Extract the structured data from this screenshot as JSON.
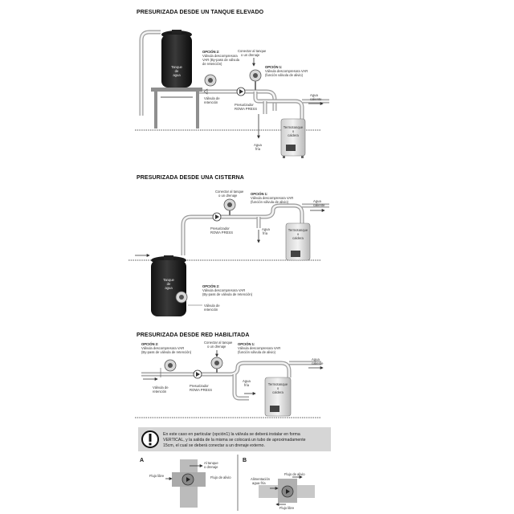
{
  "section1": {
    "title": "PRESURIZADA DESDE UN TANQUE ELEVADO",
    "tank_label": [
      "Tanque",
      "de",
      "agua"
    ],
    "option2_label": [
      "OPCIÓN 2:",
      "Válvula descompresora",
      "VAR (By-pass de válvula",
      "de retención)"
    ],
    "connect_label": [
      "Conectar al tanque",
      "o un drenaje"
    ],
    "option1_label": [
      "OPCIÓN 1:",
      "Válvula descompresora VAR",
      "(función válvula de alivio)"
    ],
    "valve_label": [
      "Válvula de",
      "retención"
    ],
    "pressurizer_label": [
      "Presurizador",
      "ROWA PRESS"
    ],
    "hot_water_label": [
      "Agua",
      "caliente"
    ],
    "heater_label": [
      "Termotanque",
      "o",
      "caldera"
    ],
    "cold_water_label": [
      "Agua",
      "fría"
    ]
  },
  "section2": {
    "title": "PRESURIZADA DESDE UNA CISTERNA",
    "connect_label": [
      "Conectar al tanque",
      "o un drenaje"
    ],
    "option1_label": [
      "OPCIÓN 1:",
      "Válvula descompresora VAR",
      "(función válvula de alivio)"
    ],
    "hot_water_label": [
      "Agua",
      "caliente"
    ],
    "pressurizer_label": [
      "Presurizador",
      "ROWA PRESS"
    ],
    "cold_water_label": [
      "Agua",
      "fría"
    ],
    "heater_label": [
      "Termotanque",
      "o",
      "caldera"
    ],
    "tank_label": [
      "Tanque",
      "de",
      "agua"
    ],
    "option2_label": [
      "OPCIÓN 2:",
      "Válvula descompresora VAR",
      "(By-pass de válvula de retención)"
    ],
    "valve_label": [
      "Válvula de",
      "retención"
    ]
  },
  "section3": {
    "title": "PRESURIZADA DESDE RED HABILITADA",
    "option2_label": [
      "OPCIÓN 2:",
      "Válvula descompresora VAR",
      "(By-pass de válvula de retención)"
    ],
    "connect_label": [
      "Conectar al tanque",
      "o un drenaje"
    ],
    "option1_label": [
      "OPCIÓN 1:",
      "Válvula descompresora VAR",
      "(función válvula de alivio)"
    ],
    "hot_water_label": [
      "Agua",
      "caliente"
    ],
    "cold_water_label": [
      "Agua",
      "fría"
    ],
    "heater_label": [
      "Termotanque",
      "o",
      "caldera"
    ],
    "valve_label": [
      "Válvula de",
      "retención"
    ],
    "pressurizer_label": [
      "Presurizador",
      "ROWA PRESS"
    ]
  },
  "note": {
    "lines": [
      "En este caso en particular (opción1) la válvula se deberá instalar en forma",
      "VERTICAL, y la salida de la misma se colocará un tubo de aproximadamente",
      "15cm, el cual se deberá conectar a un drenaje externo."
    ]
  },
  "detailA": {
    "letter": "A",
    "connect_label": [
      "Al tanque",
      "o drenaje"
    ],
    "inflow_label": "Flujo libre",
    "blocked_label": "Flujo de alivio"
  },
  "detailB": {
    "letter": "B",
    "relief_label": "Flujo de alivio",
    "feed_label": [
      "Alimentación",
      "agua fría"
    ],
    "free_label": "Flujo libre"
  }
}
